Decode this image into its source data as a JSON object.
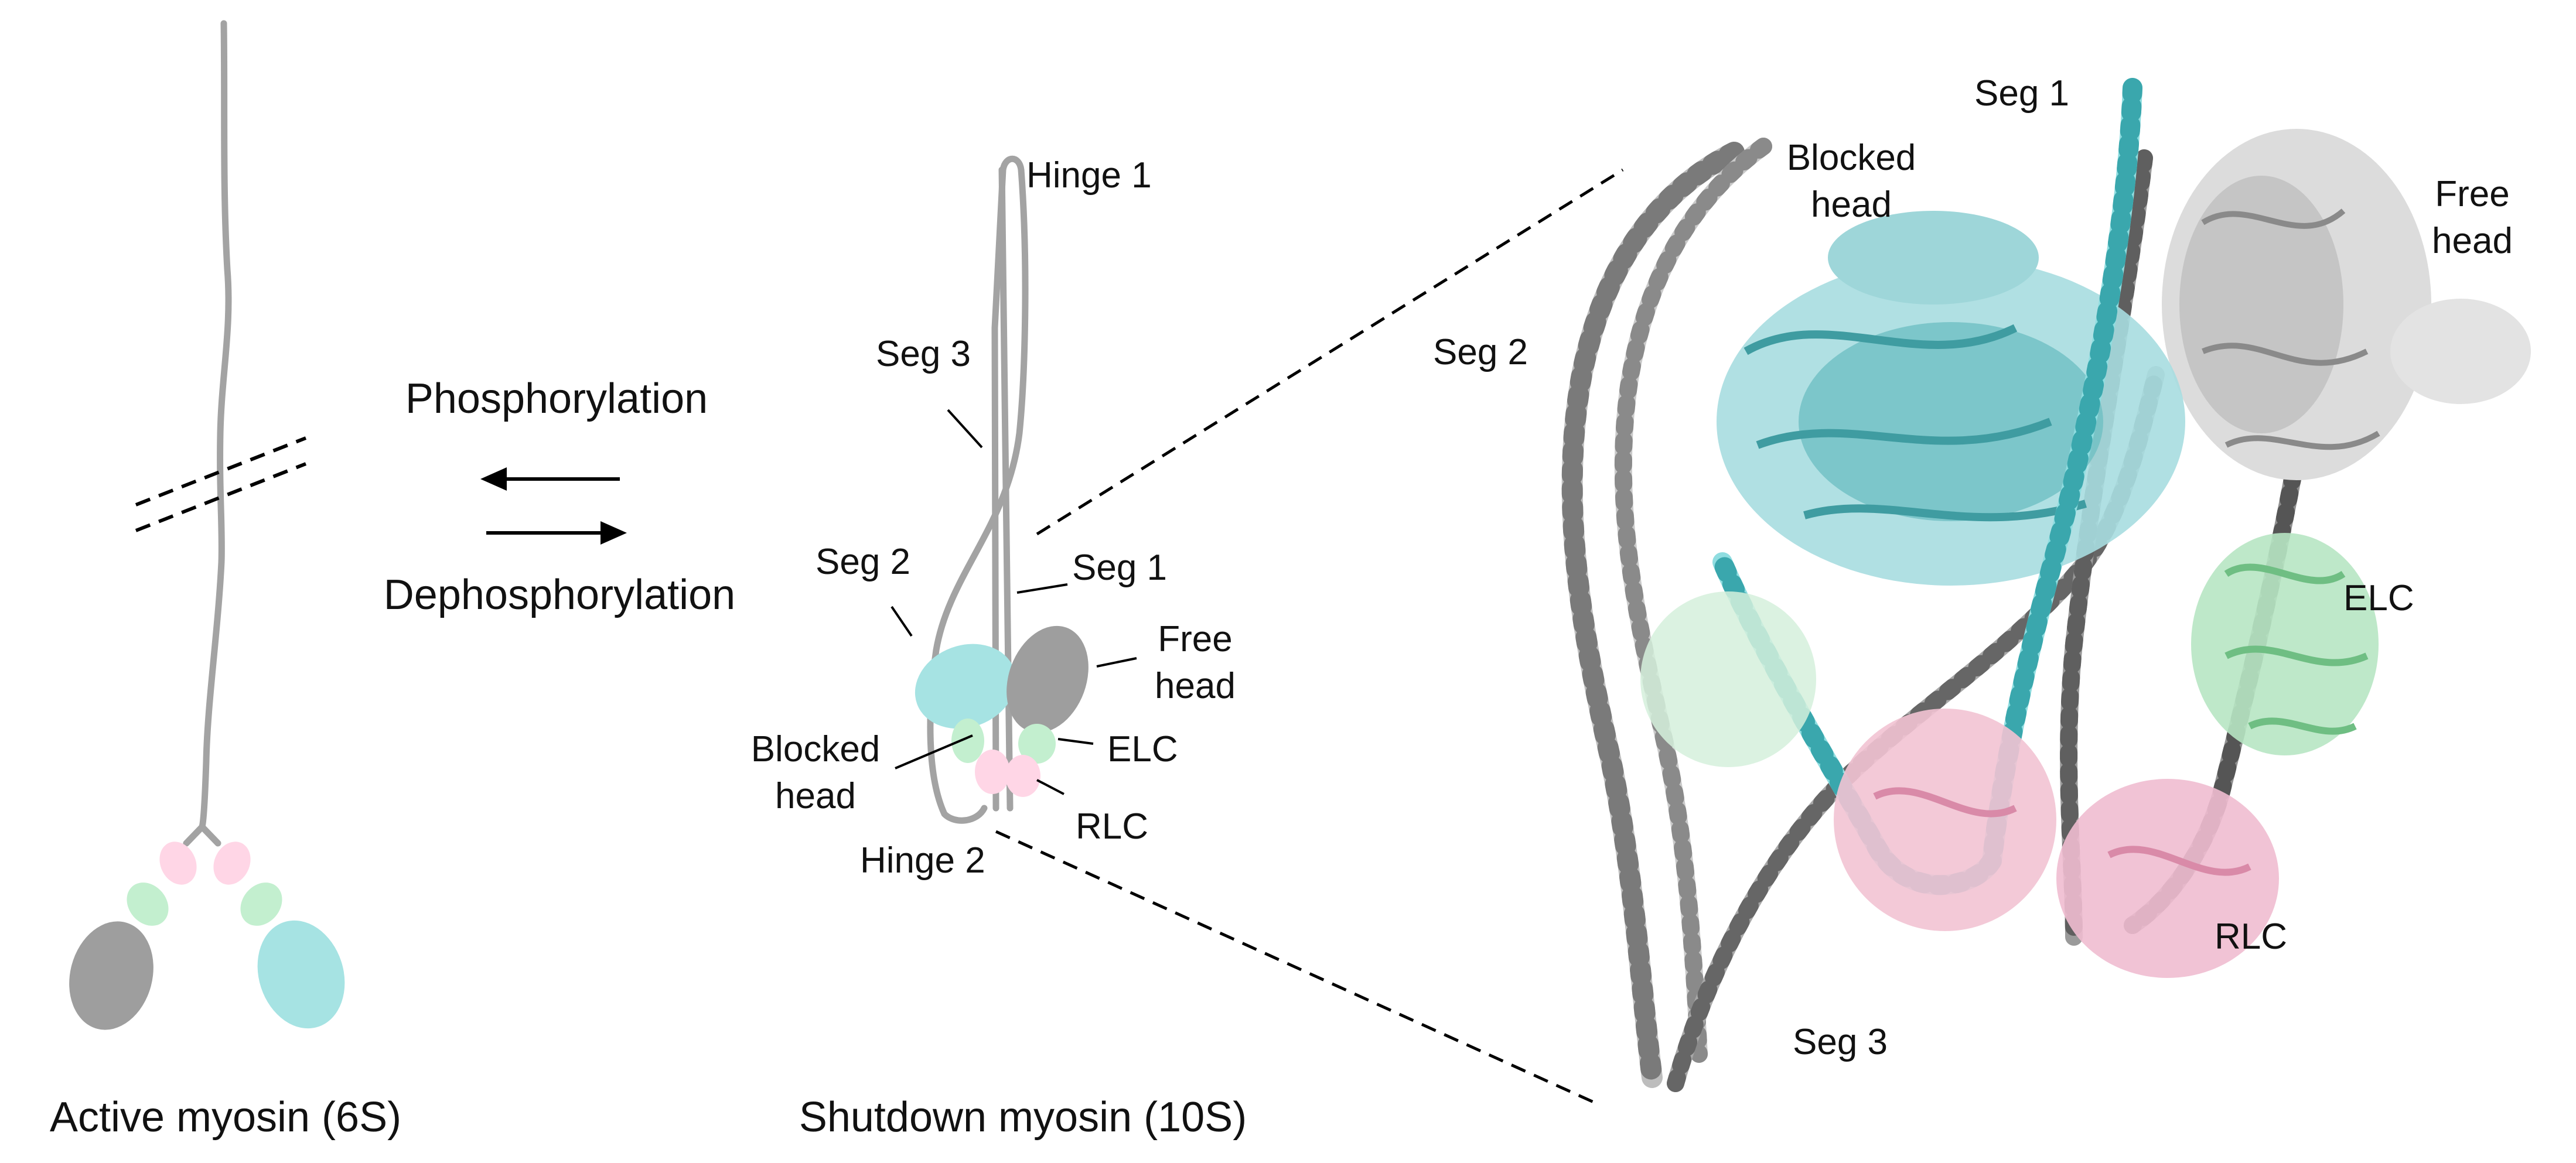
{
  "colors": {
    "tail": "#a3a3a3",
    "myosin_head_gray": "#9e9e9e",
    "myosin_head_cyan": "#a6e3e3",
    "elc_green": "#c3efcf",
    "rlc_pink": "#ffd6e6",
    "structure_gray": "#8f8f8f",
    "structure_cyan": "#71c9cc",
    "structure_green": "#8fd19e",
    "structure_pink": "#e8a9bf",
    "line": "#000000"
  },
  "active": {
    "caption": "Active myosin (6S)"
  },
  "arrows": {
    "phosphorylation": "Phosphorylation",
    "dephosphorylation": "Dephosphorylation"
  },
  "shutdown": {
    "caption": "Shutdown myosin (10S)",
    "labels": {
      "hinge1": "Hinge 1",
      "seg3": "Seg 3",
      "seg2": "Seg 2",
      "seg1": "Seg 1",
      "free_head_1": "Free",
      "free_head_2": "head",
      "blocked_head_1": "Blocked",
      "blocked_head_2": "head",
      "elc": "ELC",
      "rlc": "RLC",
      "hinge2": "Hinge 2"
    }
  },
  "structure": {
    "labels": {
      "seg1": "Seg 1",
      "blocked_head_1": "Blocked",
      "blocked_head_2": "head",
      "free_head_1": "Free",
      "free_head_2": "head",
      "seg2": "Seg 2",
      "elc": "ELC",
      "rlc": "RLC",
      "seg3": "Seg 3"
    }
  }
}
